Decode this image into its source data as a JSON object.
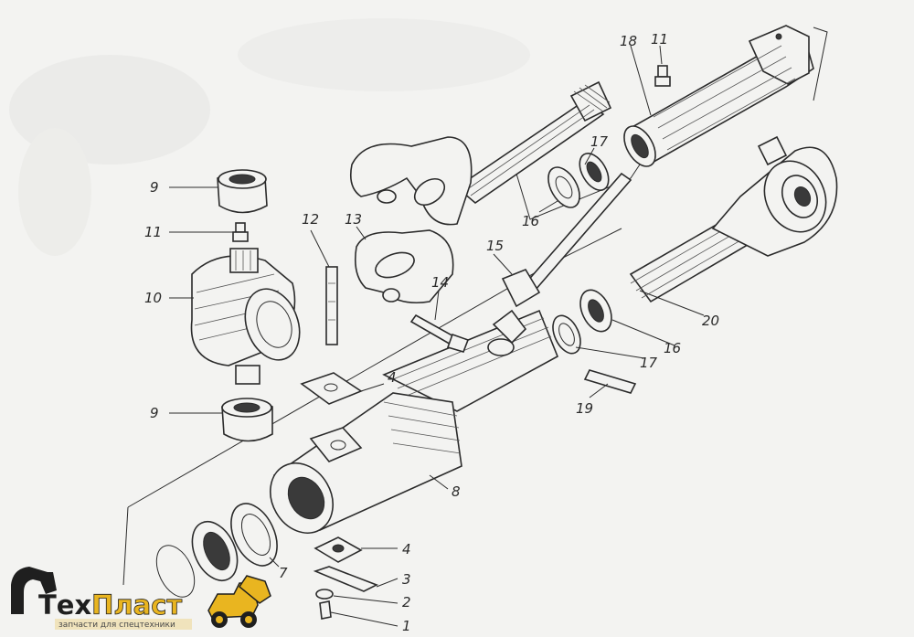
{
  "labels": {
    "l1": "1",
    "l2": "2",
    "l3": "3",
    "l4a": "4",
    "l4b": "4",
    "l7": "7",
    "l8": "8",
    "l9a": "9",
    "l9b": "9",
    "l10": "10",
    "l11a": "11",
    "l11b": "11",
    "l12": "12",
    "l13": "13",
    "l14": "14",
    "l15": "15",
    "l16a": "16",
    "l16b": "16",
    "l17a": "17",
    "l17b": "17",
    "l18": "18",
    "l19": "19",
    "l20": "20"
  },
  "logo": {
    "name_part1": "Тех",
    "name_part2": "Пласт",
    "tagline": "запчасти для спецтехники"
  },
  "colors": {
    "ink": "#2b2b2b",
    "paper": "#f3f3f1",
    "logo_dark": "#1f1f1f",
    "logo_accent": "#e9b520"
  }
}
